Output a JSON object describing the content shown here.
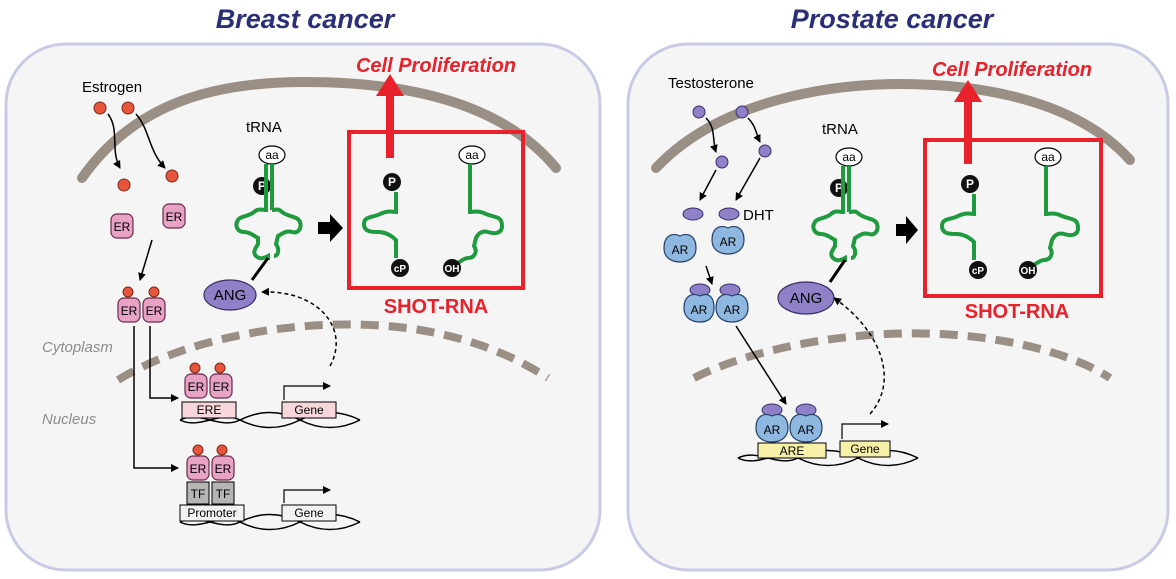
{
  "colors": {
    "title": "#2b2f78",
    "red": "#e8212b",
    "trna": "#1f9a3e",
    "membrane": "#9a8f84",
    "cell_border": "#c9cbe6",
    "er": "#e7a2c4",
    "ar": "#8fb8e0",
    "ang": "#8f80c8",
    "region_text": "#8c8c8c"
  },
  "breast": {
    "title": "Breast cancer",
    "estrogen": "Estrogen",
    "trna": "tRNA",
    "aa": "aa",
    "p": "P",
    "cp": "cP",
    "oh": "OH",
    "er": "ER",
    "ang": "ANG",
    "cell_proliferation": "Cell Proliferation",
    "shot_rna": "SHOT-RNA",
    "cytoplasm": "Cytoplasm",
    "nucleus": "Nucleus",
    "ere": "ERE",
    "gene": "Gene",
    "tf": "TF",
    "promoter": "Promoter"
  },
  "prostate": {
    "title": "Prostate cancer",
    "testosterone": "Testosterone",
    "dht": "DHT",
    "ar": "AR",
    "trna": "tRNA",
    "aa": "aa",
    "p": "P",
    "cp": "cP",
    "oh": "OH",
    "ang": "ANG",
    "cell_proliferation": "Cell Proliferation",
    "shot_rna": "SHOT-RNA",
    "are": "ARE",
    "gene": "Gene"
  }
}
